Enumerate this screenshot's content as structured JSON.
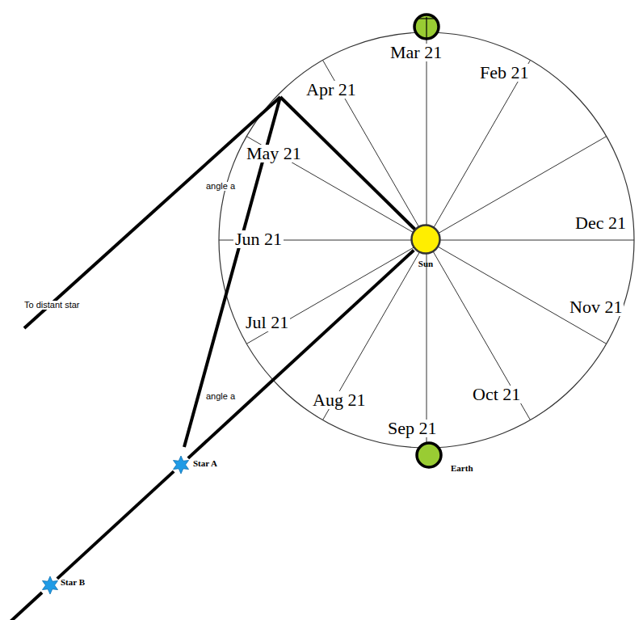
{
  "diagram": {
    "nodes": [
      {
        "text": [
          "Earth"
        ]
      },
      {
        "text": [
          "Sun"
        ]
      },
      {
        "text": [
          "Earth"
        ]
      },
      {
        "text": [
          "Star A"
        ]
      },
      {
        "text": [
          "Star B"
        ]
      }
    ],
    "edges": [
      {
        "from": 1,
        "to": 3,
        "arrow": "none"
      },
      {
        "from": 3,
        "to": 4,
        "arrow": "none"
      }
    ],
    "labels": [
      "Mar 21",
      "Apr 21",
      "Feb 21",
      "May 21",
      "angle a",
      "Jun 21",
      "Dec 21",
      "To distant star",
      "Jul 21",
      "Nov 21",
      "angle a",
      "Aug 21",
      "Oct 21",
      "Sep 21"
    ]
  }
}
